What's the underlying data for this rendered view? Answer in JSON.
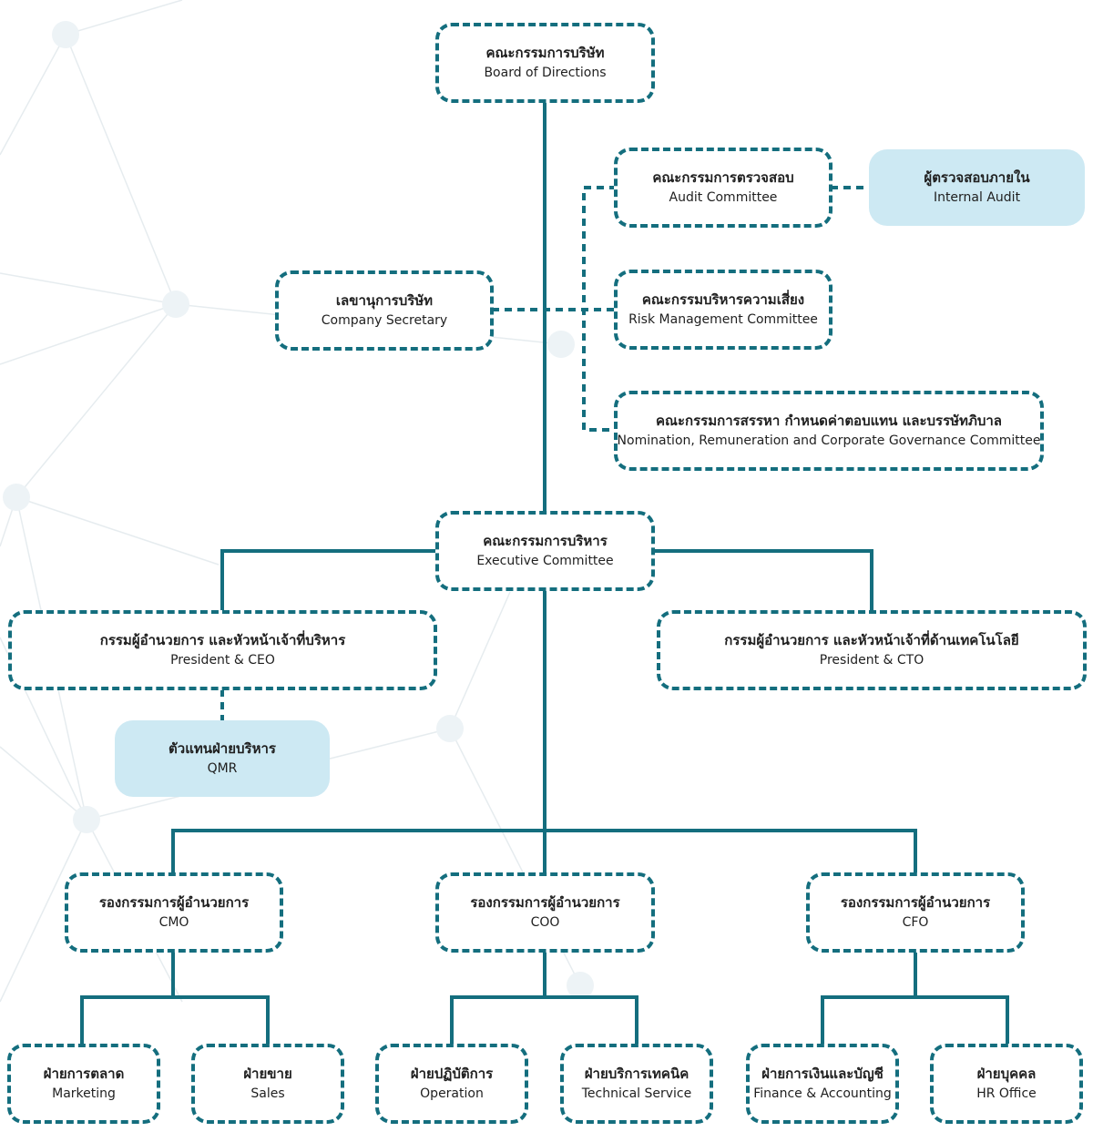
{
  "colors": {
    "line": "#146e7e",
    "filled_box": "#cde9f3",
    "network_dots": "#edf3f6"
  },
  "nodes": {
    "board": {
      "th": "คณะกรรมการบริษัท",
      "en": "Board of Directions"
    },
    "audit_committee": {
      "th": "คณะกรรมการตรวจสอบ",
      "en": "Audit Committee"
    },
    "internal_audit": {
      "th": "ผู้ตรวจสอบภายใน",
      "en": "Internal Audit"
    },
    "company_secretary": {
      "th": "เลขานุการบริษัท",
      "en": "Company Secretary"
    },
    "risk_committee": {
      "th": "คณะกรรมบริหารความเสี่ยง",
      "en": "Risk Management Committee"
    },
    "nomination_committee": {
      "th": "คณะกรรมการสรรหา กำหนดค่าตอบแทน และบรรษัทภิบาล",
      "en": "Nomination, Remuneration and Corporate Governance Committee"
    },
    "executive_committee": {
      "th": "คณะกรรมการบริหาร",
      "en": "Executive Committee"
    },
    "president_ceo": {
      "th": "กรรมผู้อำนวยการ และหัวหน้าเจ้าที่บริหาร",
      "en": "President & CEO"
    },
    "president_cto": {
      "th": "กรรมผู้อำนวยการ และหัวหน้าเจ้าที่ด้านเทคโนโลยี",
      "en": "President & CTO"
    },
    "qmr": {
      "th": "ตัวแทนฝ่ายบริหาร",
      "en": "QMR"
    },
    "cmo": {
      "th": "รองกรรมการผู้อำนวยการ",
      "en": "CMO"
    },
    "coo": {
      "th": "รองกรรมการผู้อำนวยการ",
      "en": "COO"
    },
    "cfo": {
      "th": "รองกรรมการผู้อำนวยการ",
      "en": "CFO"
    },
    "marketing": {
      "th": "ฝ่ายการตลาด",
      "en": "Marketing"
    },
    "sales": {
      "th": "ฝ่ายขาย",
      "en": "Sales"
    },
    "operation": {
      "th": "ฝ่ายปฏิบัติการ",
      "en": "Operation"
    },
    "technical_service": {
      "th": "ฝ่ายบริการเทคนิค",
      "en": "Technical Service"
    },
    "finance": {
      "th": "ฝ่ายการเงินและบัญชี",
      "en": "Finance & Accounting"
    },
    "hr": {
      "th": "ฝ่ายบุคคล",
      "en": "HR Office"
    }
  }
}
